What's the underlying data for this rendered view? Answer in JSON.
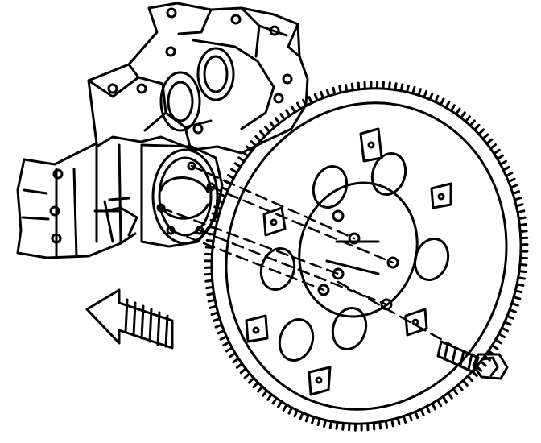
{
  "diagram": {
    "subject": "flywheel-installation",
    "colors": {
      "ink": "#000000",
      "paper": "#ffffff"
    },
    "parts": [
      {
        "id": "engine-block",
        "icon": "engine-block-rear-icon"
      },
      {
        "id": "crankshaft-flange",
        "icon": "crankshaft-flange-icon"
      },
      {
        "id": "flywheel",
        "icon": "flywheel-ring-gear-icon",
        "bolt_count": 6,
        "ring_gear_teeth": 160,
        "window_count": 6,
        "tab_count": 6
      },
      {
        "id": "bolt",
        "icon": "hex-flange-bolt-icon"
      },
      {
        "id": "direction-arrow",
        "icon": "hatched-arrow-icon"
      }
    ]
  }
}
